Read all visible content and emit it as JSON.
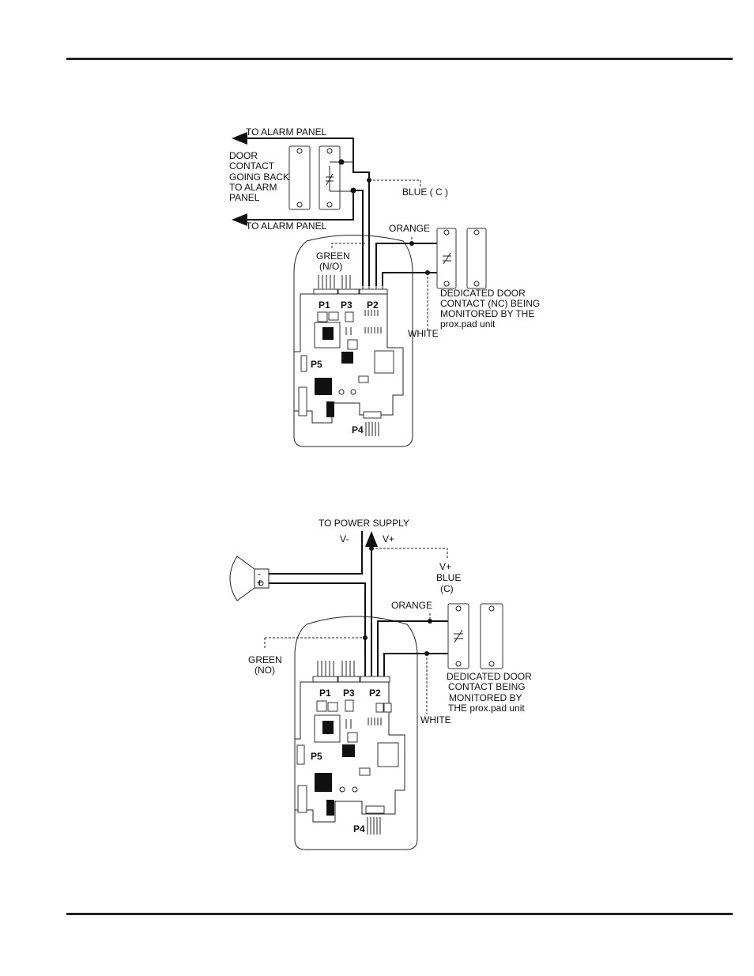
{
  "diagram1": {
    "to_alarm_panel_top": "TO ALARM PANEL",
    "to_alarm_panel_bottom": "TO ALARM PANEL",
    "door_contact_lines": [
      "DOOR",
      "CONTACT",
      "GOING BACK",
      "TO ALARM",
      "PANEL"
    ],
    "blue": "BLUE ( C )",
    "orange": "ORANGE",
    "green_lines": [
      "GREEN",
      "(N/O)"
    ],
    "dedicated_lines": [
      "DEDICATED DOOR",
      "CONTACT (NC) BEING",
      "MONITORED BY THE",
      "prox.pad unit"
    ],
    "white": "WHITE",
    "p1": "P1",
    "p3": "P3",
    "p2": "P2",
    "p5": "P5",
    "p4": "P4"
  },
  "diagram2": {
    "to_power_supply": "TO POWER SUPPLY",
    "v_minus": "V-",
    "v_plus": "V+",
    "blue_lines": [
      "V+",
      "BLUE",
      "(C)"
    ],
    "orange": "ORANGE",
    "speaker_minus": "-",
    "speaker_plus": "+",
    "green_lines": [
      "GREEN",
      "(NO)"
    ],
    "dedicated_lines": [
      "DEDICATED DOOR",
      "CONTACT BEING",
      "MONITORED BY",
      "THE prox.pad unit"
    ],
    "white": "WHITE",
    "p1": "P1",
    "p3": "P3",
    "p2": "P2",
    "p5": "P5",
    "p4": "P4"
  }
}
